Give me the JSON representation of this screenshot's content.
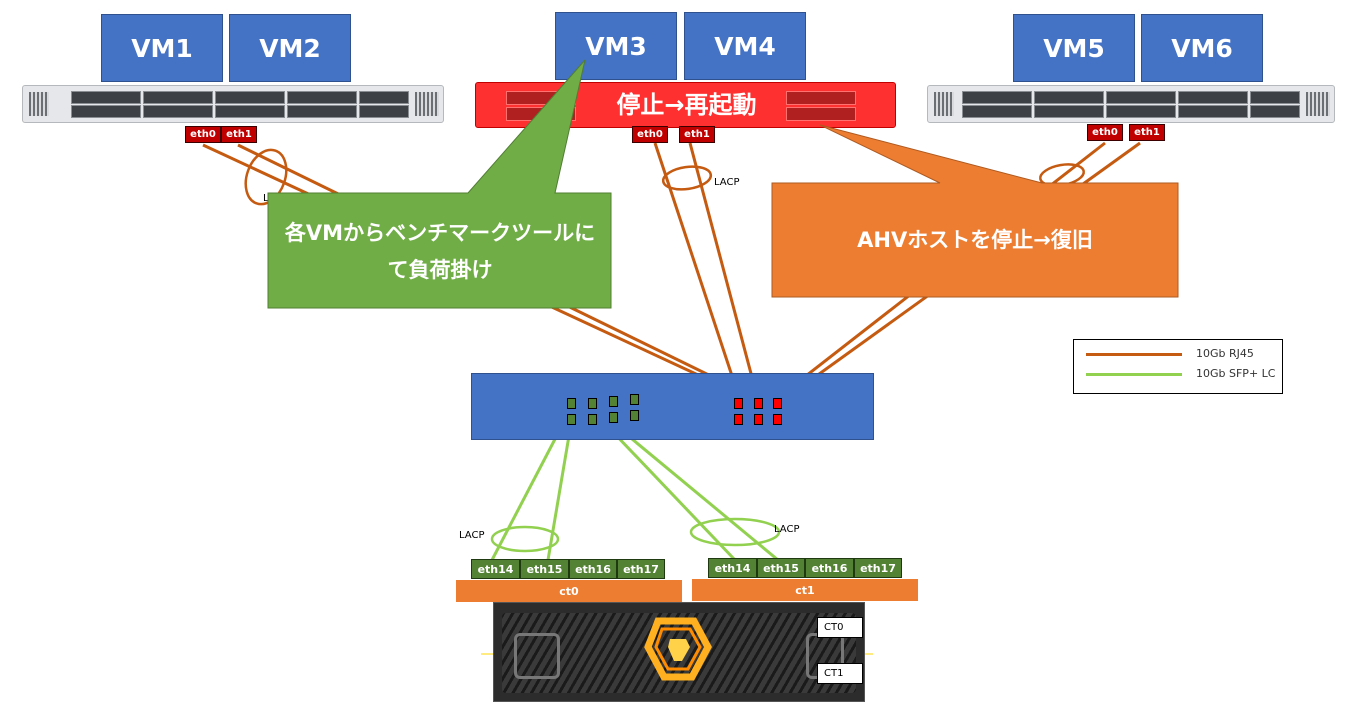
{
  "vms": [
    "VM1",
    "VM2",
    "VM3",
    "VM4",
    "VM5",
    "VM6"
  ],
  "hosts": [
    {
      "ports": [
        "eth0",
        "eth1"
      ]
    },
    {
      "ports": [
        "eth0",
        "eth1"
      ],
      "overlay": "停止→再起動"
    },
    {
      "ports": [
        "eth0",
        "eth1"
      ]
    }
  ],
  "lacp_labels": [
    "L",
    "LACP",
    "LACP",
    "LACP"
  ],
  "callouts": {
    "green": "各VMからベンチマークツールにて負荷掛け",
    "orange": "AHVホストを停止→復旧"
  },
  "legend": [
    {
      "label": "10Gb RJ45",
      "color": "#c55a11"
    },
    {
      "label": "10Gb SFP+ LC",
      "color": "#92d050"
    }
  ],
  "storage": {
    "ct0": {
      "label": "ct0",
      "ports": [
        "eth14",
        "eth15",
        "eth16",
        "eth17"
      ]
    },
    "ct1": {
      "label": "ct1",
      "ports": [
        "eth14",
        "eth15",
        "eth16",
        "eth17"
      ]
    },
    "chassis_labels": [
      "CT0",
      "CT1"
    ]
  },
  "colors": {
    "vm_blue": "#4472c4",
    "switch_blue": "#4472c4",
    "port_red": "#c00000",
    "port_green": "#548235",
    "callout_green": "#70ad47",
    "callout_orange": "#ed7d31",
    "rj45": "#c55a11",
    "sfp": "#92d050",
    "host_alert": "#ff0000"
  }
}
